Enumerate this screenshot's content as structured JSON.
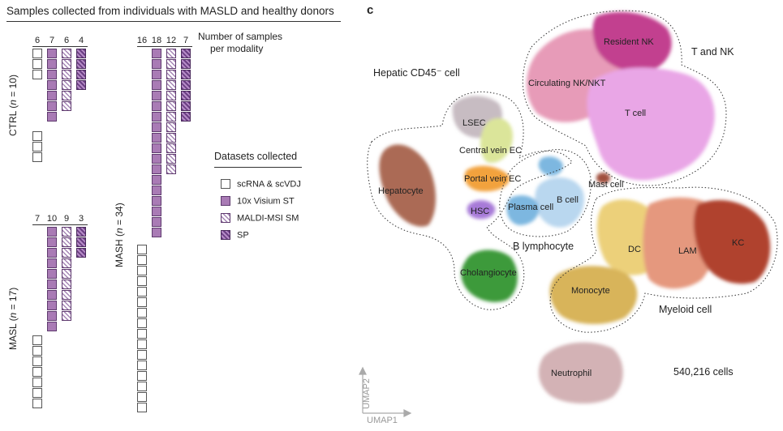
{
  "title": "Samples collected from individuals with MASLD and healthy donors",
  "panel_label": "c",
  "modality_header": {
    "line1": "Number of samples",
    "line2": "per modality"
  },
  "groups": [
    {
      "id": "ctrl",
      "label_main": "CTRL (",
      "label_n": "n",
      "label_rest": " = 10)",
      "counts": [
        6,
        7,
        6,
        4
      ]
    },
    {
      "id": "masl",
      "label_main": "MASL (",
      "label_n": "n",
      "label_rest": " = 17)",
      "counts": [
        7,
        10,
        9,
        3
      ]
    },
    {
      "id": "mash",
      "label_main": "MASH (",
      "label_n": "n",
      "label_rest": " = 34)",
      "counts": [
        16,
        18,
        12,
        7
      ]
    }
  ],
  "legend": {
    "title": "Datasets collected",
    "items": [
      {
        "id": "white",
        "label": "scRNA & scVDJ"
      },
      {
        "id": "visium",
        "label": "10x Visium ST"
      },
      {
        "id": "maldi",
        "label": "MALDI-MSI SM"
      },
      {
        "id": "sp",
        "label": "SP"
      }
    ]
  },
  "umap": {
    "axis_x": "UMAP1",
    "axis_y": "UMAP2",
    "total_cells": "540,216 cells",
    "groups": {
      "hepatic": "Hepatic CD45⁻ cell",
      "tnk": "T and NK",
      "blymph": "B lymphocyte",
      "myeloid": "Myeloid cell"
    },
    "clusters": [
      {
        "id": "resident-nk",
        "label": "Resident NK",
        "color": "#c2418f"
      },
      {
        "id": "circ-nk",
        "label": "Circulating NK/NKT",
        "color": "#e79bb8"
      },
      {
        "id": "t-cell",
        "label": "T cell",
        "color": "#e9a6e6"
      },
      {
        "id": "lsec",
        "label": "LSEC",
        "color": "#c7bcc2"
      },
      {
        "id": "central-vein",
        "label": "Central vein EC",
        "color": "#dbe59a"
      },
      {
        "id": "portal-vein",
        "label": "Portal vein EC",
        "color": "#f2a23e"
      },
      {
        "id": "hepatocyte",
        "label": "Hepatocyte",
        "color": "#ab6b55"
      },
      {
        "id": "hsc",
        "label": "HSC",
        "color": "#a77ad8"
      },
      {
        "id": "plasma",
        "label": "Plasma cell",
        "color": "#7db7e0"
      },
      {
        "id": "b-cell",
        "label": "B cell",
        "color": "#b9d7ef"
      },
      {
        "id": "mast",
        "label": "Mast cell",
        "color": "#a0503e"
      },
      {
        "id": "cholangiocyte",
        "label": "Cholangiocyte",
        "color": "#3c9a3a"
      },
      {
        "id": "dc",
        "label": "DC",
        "color": "#ecd07a"
      },
      {
        "id": "lam",
        "label": "LAM",
        "color": "#e5987e"
      },
      {
        "id": "kc",
        "label": "KC",
        "color": "#b0432e"
      },
      {
        "id": "monocyte",
        "label": "Monocyte",
        "color": "#d8b45a"
      },
      {
        "id": "neutrophil",
        "label": "Neutrophil",
        "color": "#d3b2b5"
      }
    ]
  }
}
